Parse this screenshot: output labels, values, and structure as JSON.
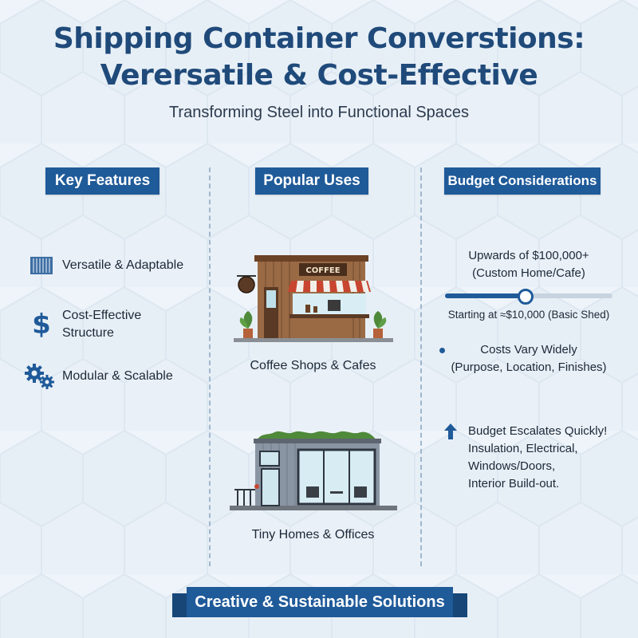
{
  "header": {
    "title_line1": "Shipping Container Converstions:",
    "title_line2": "Verersatile & Cost-Effective",
    "subtitle": "Transforming Steel into Functional Spaces"
  },
  "columns": {
    "features": {
      "heading": "Key Features",
      "items": [
        {
          "icon": "container-icon",
          "label": "Versatile & Adaptable"
        },
        {
          "icon": "dollar-icon",
          "label_line1": "Cost-Effective",
          "label_line2": "Structure"
        },
        {
          "icon": "gears-icon",
          "label": "Modular & Scalable"
        }
      ]
    },
    "uses": {
      "heading": "Popular Uses",
      "items": [
        {
          "icon": "coffee-shop-icon",
          "label": "Coffee Shops & Cafes",
          "sign_text": "COFFEE"
        },
        {
          "icon": "tiny-home-icon",
          "label": "Tiny Homes & Offices"
        }
      ]
    },
    "budget": {
      "heading": "Budget Considerations",
      "high_line1": "Upwards of $100,000+",
      "high_line2": "(Custom Home/Cafe)",
      "low": "Starting at ≈$10,000 (Basic Shed)",
      "slider_fraction": 0.48,
      "vary_line1": "Costs Vary Widely",
      "vary_line2": "(Purpose, Location, Finishes)",
      "escalate_title": "Budget Escalates Quickly!",
      "escalate_lines": [
        "Insulation, Electrical,",
        "Windows/Doors,",
        "Interior Build-out."
      ]
    }
  },
  "footer": {
    "banner": "Creative & Sustainable Solutions"
  },
  "colors": {
    "accent": "#1f5a99",
    "title": "#1f4a7a",
    "background": "#eef4f9"
  }
}
